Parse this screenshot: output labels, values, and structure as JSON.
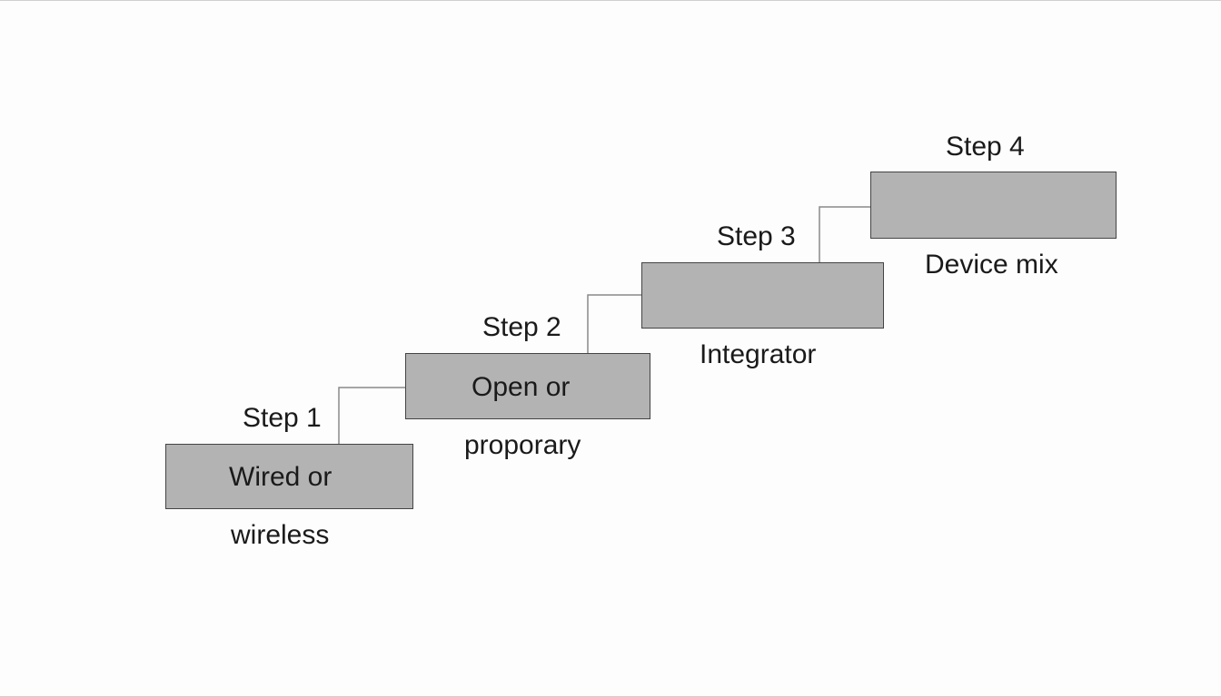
{
  "colors": {
    "box_fill": "#b3b3b3",
    "box_border": "#444444",
    "connector": "#8a8a8a",
    "text": "#1a1a1a",
    "background": "#fdfdfd"
  },
  "steps": [
    {
      "label": "Step 1",
      "box_text": "Wired or",
      "below_text": "wireless"
    },
    {
      "label": "Step 2",
      "box_text": "Open or",
      "below_text": "proporary"
    },
    {
      "label": "Step 3",
      "box_text": "",
      "below_text": "Integrator"
    },
    {
      "label": "Step 4",
      "box_text": "",
      "below_text": "Device mix"
    }
  ]
}
